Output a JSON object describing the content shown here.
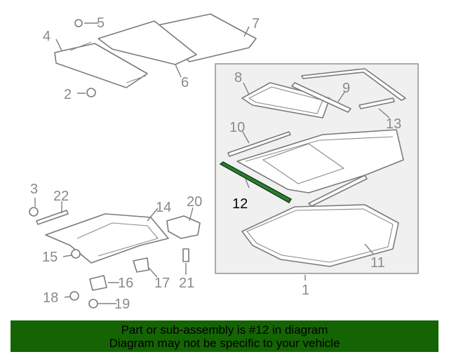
{
  "diagram": {
    "callouts": {
      "c1": "1",
      "c2": "2",
      "c3": "3",
      "c4": "4",
      "c5": "5",
      "c6": "6",
      "c7": "7",
      "c8": "8",
      "c9": "9",
      "c10": "10",
      "c11": "11",
      "c12": "12",
      "c13": "13",
      "c14": "14",
      "c15": "15",
      "c16": "16",
      "c17": "17",
      "c18": "18",
      "c19": "19",
      "c20": "20",
      "c21": "21",
      "c22": "22"
    },
    "highlighted_part": "12",
    "colors": {
      "highlight": "#2e7d32",
      "banner": "#146404",
      "line": "#7a7a7a"
    }
  },
  "banner": {
    "line1": "Part or sub-assembly is #12 in diagram",
    "line2": "Diagram may not be specific to your vehicle"
  }
}
